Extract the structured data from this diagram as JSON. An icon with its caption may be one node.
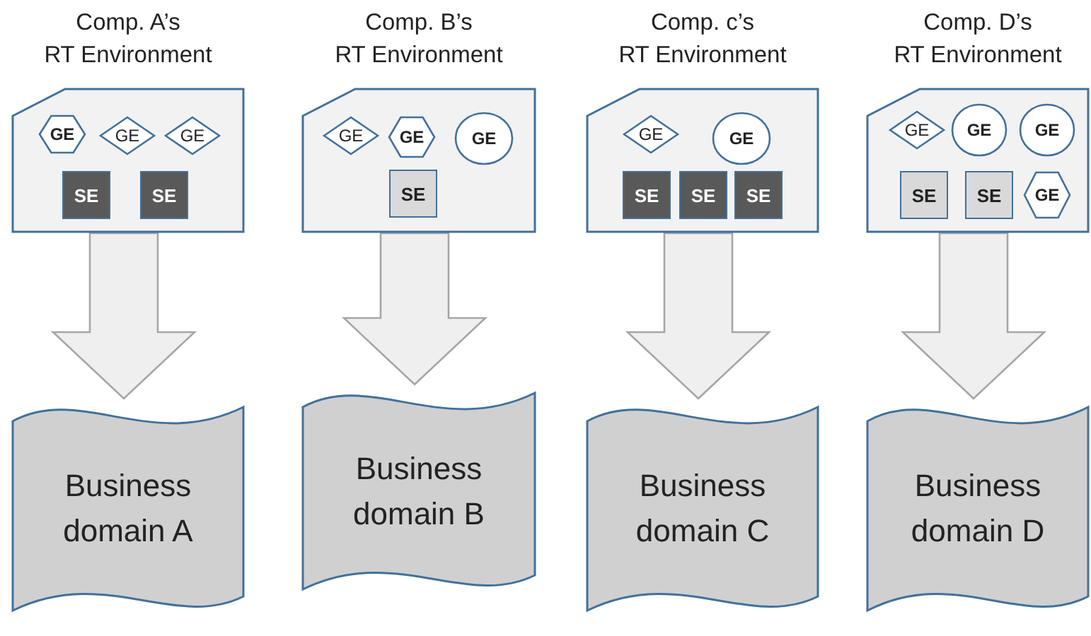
{
  "diagram": {
    "nodes": [
      {
        "text": [
          "Comp. A’s RT Environment"
        ]
      },
      {
        "text": [
          "GE"
        ],
        "in": 0
      },
      {
        "text": [
          "GE"
        ],
        "in": 0
      },
      {
        "text": [
          "GE"
        ],
        "in": 0
      },
      {
        "text": [
          "SE"
        ],
        "in": 0
      },
      {
        "text": [
          "SE"
        ],
        "in": 0
      },
      {
        "text": [
          "Comp. B’s RT Environment"
        ]
      },
      {
        "text": [
          "GE"
        ],
        "in": 6
      },
      {
        "text": [
          "GE"
        ],
        "in": 6
      },
      {
        "text": [
          "GE"
        ],
        "in": 6
      },
      {
        "text": [
          "SE"
        ],
        "in": 6
      },
      {
        "text": [
          "Comp. c’s RT Environment"
        ]
      },
      {
        "text": [
          "GE"
        ],
        "in": 11
      },
      {
        "text": [
          "GE"
        ],
        "in": 11
      },
      {
        "text": [
          "SE"
        ],
        "in": 11
      },
      {
        "text": [
          "SE"
        ],
        "in": 11
      },
      {
        "text": [
          "SE"
        ],
        "in": 11
      },
      {
        "text": [
          "Comp. D’s RT Environment"
        ]
      },
      {
        "text": [
          "GE"
        ],
        "in": 17
      },
      {
        "text": [
          "GE"
        ],
        "in": 17
      },
      {
        "text": [
          "GE"
        ],
        "in": 17
      },
      {
        "text": [
          "SE"
        ],
        "in": 17
      },
      {
        "text": [
          "SE"
        ],
        "in": 17
      },
      {
        "text": [
          "GE"
        ],
        "in": 17
      },
      {
        "text": [
          "Business domain A"
        ]
      },
      {
        "text": [
          "Business domain B"
        ]
      },
      {
        "text": [
          "Business domain C"
        ]
      },
      {
        "text": [
          "Business domain D"
        ]
      }
    ],
    "edges": [
      {
        "from": 0,
        "to": 24,
        "arrow": "to"
      },
      {
        "from": 6,
        "to": 25,
        "arrow": "to"
      },
      {
        "from": 11,
        "to": 26,
        "arrow": "to"
      },
      {
        "from": 17,
        "to": 27,
        "arrow": "to"
      }
    ]
  }
}
